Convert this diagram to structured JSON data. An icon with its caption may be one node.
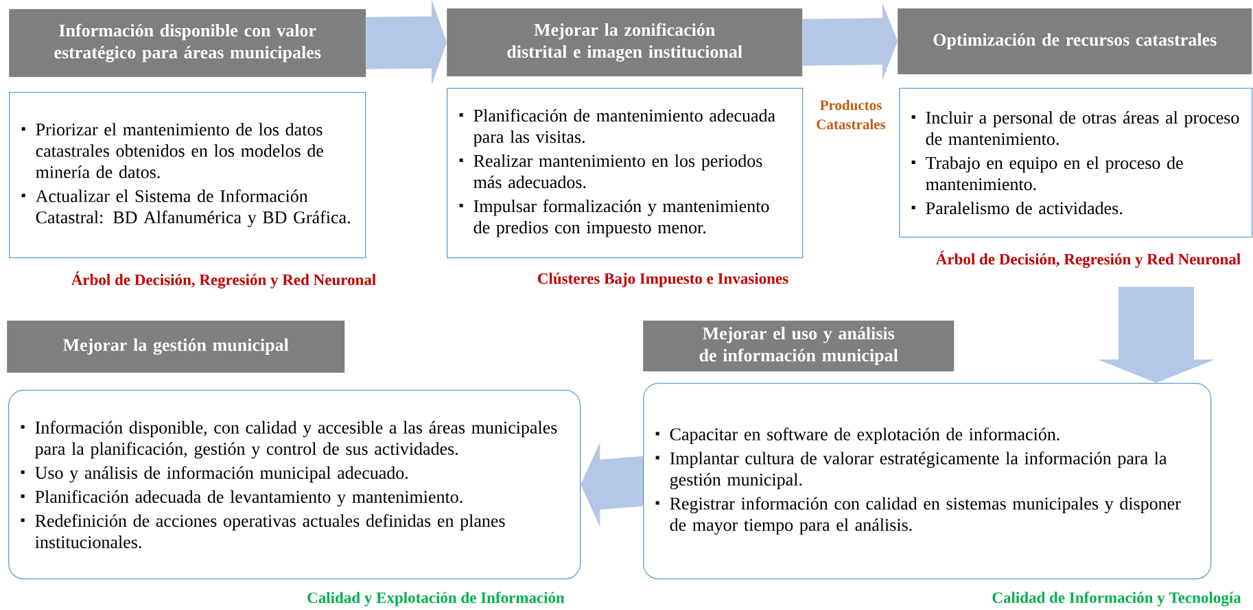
{
  "diagram": {
    "nodes": [
      {
        "text": [
          "Información disponible con valor estratégico para áreas municipales"
        ]
      },
      {
        "text": [
          "Priorizar el mantenimiento de los datos catastrales obtenidos en los modelos de minería de datos.",
          "Actualizar el Sistema de Información Catastral: BD Alfanumérica y BD Gráfica."
        ],
        "beside": [
          "Árbol de Decisión, Regresión y Red Neuronal"
        ]
      },
      {
        "text": [
          "Mejorar la zonificación distrital e imagen institucional"
        ]
      },
      {
        "text": [
          "Planificación de mantenimiento adecuada para las visitas.",
          "Realizar mantenimiento en los periodos más adecuados.",
          "Impulsar formalización y mantenimiento de predios con impuesto menor."
        ],
        "beside": [
          "Clústeres Bajo Impuesto e Invasiones"
        ]
      },
      {
        "text": [
          "Optimización de recursos catastrales"
        ]
      },
      {
        "text": [
          "Incluir a personal de otras áreas al proceso de mantenimiento.",
          "Trabajo en equipo en el proceso de mantenimiento.",
          "Paralelismo de actividades."
        ],
        "beside": [
          "Árbol de Decisión, Regresión y Red Neuronal"
        ]
      },
      {
        "text": [
          "Mejorar la gestión municipal"
        ]
      },
      {
        "text": [
          "Información disponible, con calidad y accesible a las áreas municipales para la planificación, gestión y control de sus actividades.",
          "Uso y análisis de información municipal adecuado.",
          "Planificación adecuada de levantamiento y mantenimiento.",
          "Redefinición de acciones operativas actuales definidas en planes institucionales."
        ],
        "beside": [
          "Calidad y Explotación de Información"
        ]
      },
      {
        "text": [
          "Mejorar el uso y análisis de información municipal"
        ]
      },
      {
        "text": [
          "Capacitar en software de explotación de información.",
          "Implantar cultura de valorar estratégicamente la información para la gestión municipal.",
          "Registrar información con calidad en sistemas municipales y disponer de mayor tiempo para el análisis."
        ],
        "beside": [
          "Calidad de Información y Tecnología"
        ]
      }
    ],
    "edges": [
      {
        "from": 0,
        "to": 2,
        "arrow": "to"
      },
      {
        "from": 2,
        "to": 4,
        "arrow": "to",
        "label": "Productos Catastrales"
      },
      {
        "from": null,
        "to": 9,
        "arrow": "to"
      },
      {
        "from": 9,
        "to": 7,
        "arrow": "to"
      }
    ]
  }
}
